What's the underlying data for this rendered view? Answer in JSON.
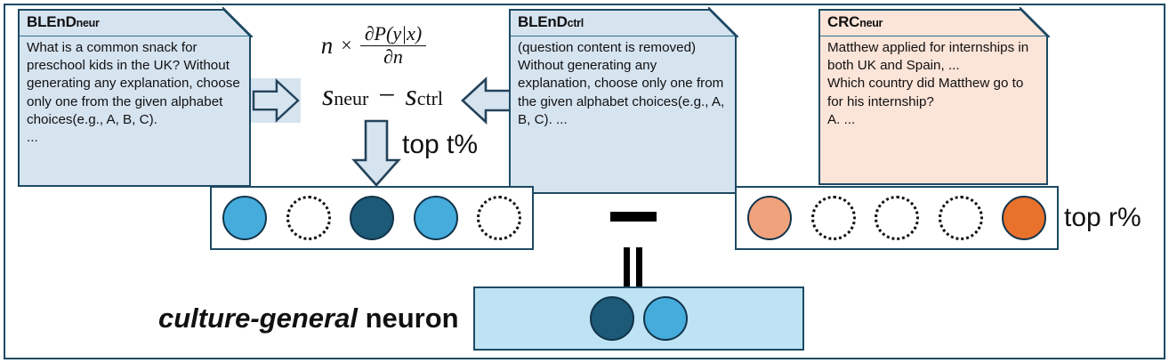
{
  "diagram": {
    "title_glyphs": {
      "minus": "—",
      "equals": "="
    }
  },
  "notes": [
    {
      "id": "blend-neur",
      "title_main": "BLEnD",
      "title_sub": "neur",
      "fill": "#d6e4f0",
      "body": "What is a common snack for preschool kids in the UK? Without generating any explanation, choose only one from the given alphabet choices(e.g., A, B, C).\n..."
    },
    {
      "id": "blend-ctrl",
      "title_main": "BLEnD",
      "title_sub": "ctrl",
      "fill": "#d6e4f0",
      "body": "(question content is removed)\nWithout generating any explanation, choose only one from the given alphabet choices(e.g., A, B, C). ..."
    },
    {
      "id": "crc-neur",
      "title_main": "CRC",
      "title_sub": "neur",
      "fill": "#fbe4d8",
      "body": "Matthew applied for internships in both UK and Spain, ...\nWhich country did Matthew go to for his internship?\nA. ..."
    }
  ],
  "formula": {
    "top": {
      "variable": "n",
      "times": "×",
      "numerator": "∂P(y|x)",
      "denominator": "∂n"
    },
    "main": {
      "left_symbol": "s",
      "left_subscript": "neur",
      "operator": "−",
      "right_symbol": "s",
      "right_subscript": "ctrl"
    }
  },
  "labels": {
    "top_t": "top t%",
    "top_r": "top r%",
    "result_italic": "culture-general",
    "result_plain": " neuron"
  },
  "strips": {
    "blend": {
      "neurons": [
        {
          "state": "filled",
          "color": "#45acdc"
        },
        {
          "state": "empty",
          "color": "#ffffff"
        },
        {
          "state": "filled",
          "color": "#1c5a77"
        },
        {
          "state": "filled",
          "color": "#45acdc"
        },
        {
          "state": "empty",
          "color": "#ffffff"
        }
      ]
    },
    "crc": {
      "neurons": [
        {
          "state": "filled",
          "color": "#f0a27c"
        },
        {
          "state": "empty",
          "color": "#ffffff"
        },
        {
          "state": "empty",
          "color": "#ffffff"
        },
        {
          "state": "empty",
          "color": "#ffffff"
        },
        {
          "state": "filled",
          "color": "#e8712b"
        }
      ]
    },
    "result": {
      "fill": "#bde3f5",
      "neurons": [
        {
          "state": "filled",
          "color": "#1c5a77"
        },
        {
          "state": "filled",
          "color": "#45acdc"
        }
      ]
    }
  },
  "colors": {
    "note_blue": "#d6e4f0",
    "note_peach": "#fbe4d8",
    "border_dark": "#1d4a63",
    "neuron_light_blue": "#45acdc",
    "neuron_dark_blue": "#1c5a77",
    "neuron_light_orange": "#f0a27c",
    "neuron_dark_orange": "#e8712b",
    "result_fill": "#bde3f5",
    "arrow_fill": "#d6e4f0"
  }
}
